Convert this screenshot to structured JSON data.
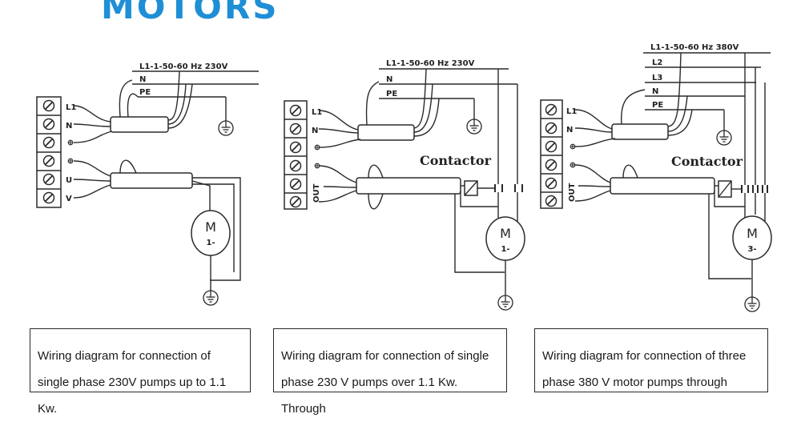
{
  "heading": "MOTORS",
  "diagrams": [
    {
      "supply": "L1-1-50-60 Hz 230V",
      "lines": [
        "N",
        "PE"
      ],
      "terminals": [
        "L1",
        "N",
        "U",
        "V"
      ],
      "motor": "M",
      "motor_phase": "1-",
      "caption": "Wiring diagram for connection of single phase 230V pumps up to 1.1 Kw."
    },
    {
      "supply": "L1-1-50-60 Hz 230V",
      "lines": [
        "N",
        "PE"
      ],
      "terminals": [
        "L1",
        "N",
        "OUT"
      ],
      "contactor": "Contactor",
      "motor": "M",
      "motor_phase": "1-",
      "caption": "Wiring diagram for connection of single phase 230 V pumps over 1.1 Kw. Through"
    },
    {
      "supply": "L1-1-50-60 Hz  380V",
      "lines": [
        "L2",
        "L3",
        "N",
        "PE"
      ],
      "terminals": [
        "L1",
        "N",
        "OUT"
      ],
      "contactor": "Contactor",
      "motor": "M",
      "motor_phase": "3-",
      "caption": "Wiring diagram for connection of three phase 380 V motor pumps through"
    }
  ]
}
